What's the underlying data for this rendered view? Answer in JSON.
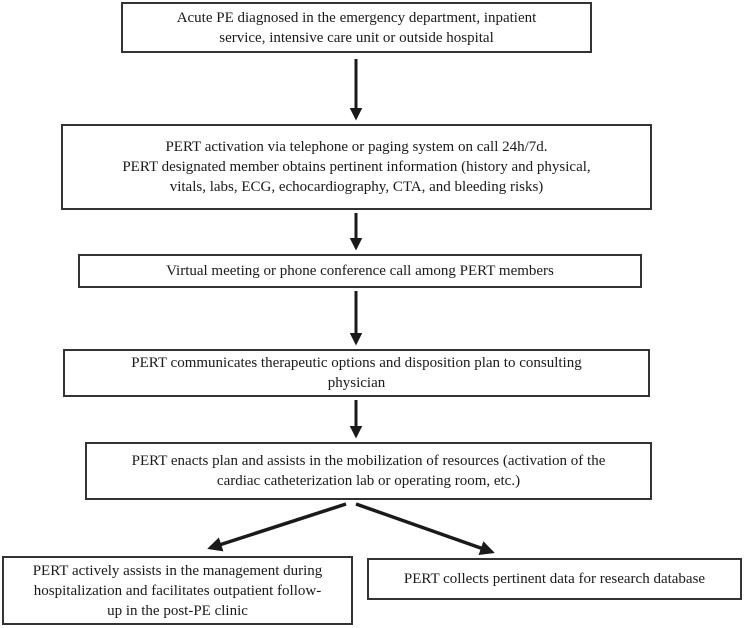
{
  "figure": {
    "type": "flowchart",
    "description": "PERT (Pulmonary Embolism Response Team) activation and workflow diagram",
    "colors": {
      "background": "#ffffff",
      "node_border": "#333333",
      "text": "#1a1a1a",
      "arrow": "#1a1a1a"
    },
    "nodes": [
      {
        "id": "diagnosis",
        "text": "Acute PE diagnosed in the emergency department, inpatient\nservice, intensive care unit or outside hospital"
      },
      {
        "id": "activation",
        "text": "PERT activation via telephone or paging system on call 24h/7d.\nPERT designated member obtains pertinent information (history and physical,\nvitals, labs, ECG, echocardiography, CTA, and bleeding risks)"
      },
      {
        "id": "meeting",
        "text": "Virtual meeting or phone conference call among PERT members"
      },
      {
        "id": "communication",
        "text": "PERT communicates therapeutic options and disposition plan to consulting\nphysician"
      },
      {
        "id": "enact-plan",
        "text": "PERT enacts plan and assists in the mobilization of resources (activation of the\ncardiac catheterization lab or operating room, etc.)"
      },
      {
        "id": "followup",
        "text": "PERT actively assists in the management during\nhospitalization and facilitates outpatient follow-\nup in the post-PE clinic"
      },
      {
        "id": "research",
        "text": "PERT collects pertinent data for research database"
      }
    ],
    "edges": [
      {
        "from": "diagnosis",
        "to": "activation"
      },
      {
        "from": "activation",
        "to": "meeting"
      },
      {
        "from": "meeting",
        "to": "communication"
      },
      {
        "from": "communication",
        "to": "enact-plan"
      },
      {
        "from": "enact-plan",
        "to": "followup"
      },
      {
        "from": "enact-plan",
        "to": "research"
      }
    ]
  }
}
